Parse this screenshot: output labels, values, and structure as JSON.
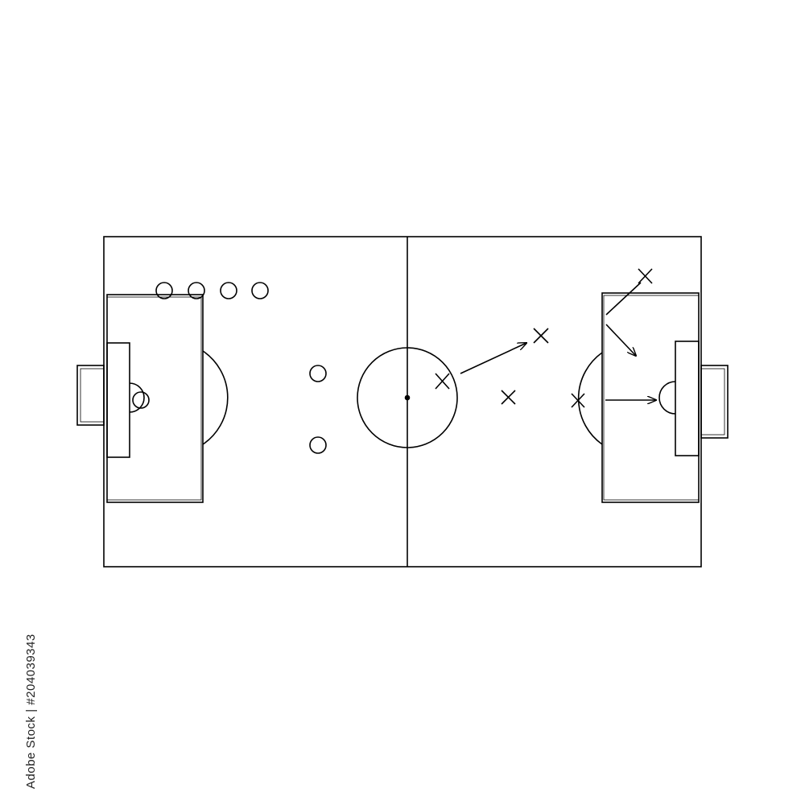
{
  "diagram": {
    "type": "football-tactics-board",
    "line_color": "#000000",
    "background": "#ffffff",
    "home_symbol": "circle",
    "away_symbol": "cross"
  },
  "credit": {
    "text": "Adobe Stock | #204039343",
    "logo_text": "Adobe Stock"
  }
}
